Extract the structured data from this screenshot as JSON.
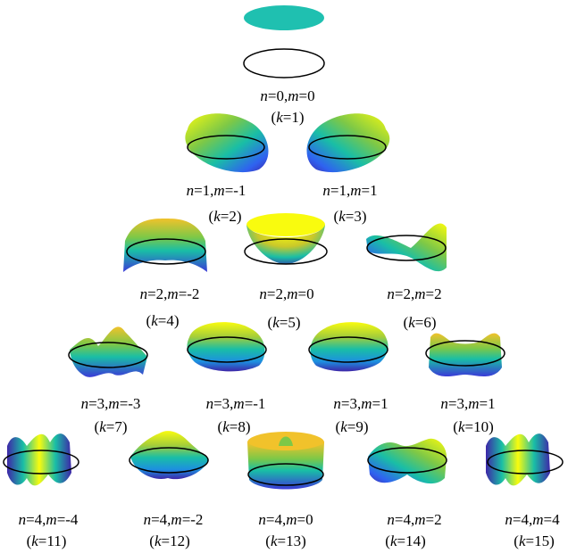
{
  "modes": [
    {
      "n": "0",
      "m": "0",
      "k": "1"
    },
    {
      "n": "1",
      "m": "-1",
      "k": "2"
    },
    {
      "n": "1",
      "m": "1",
      "k": "3"
    },
    {
      "n": "2",
      "m": "-2",
      "k": "4"
    },
    {
      "n": "2",
      "m": "0",
      "k": "5"
    },
    {
      "n": "2",
      "m": "2",
      "k": "6"
    },
    {
      "n": "3",
      "m": "-3",
      "k": "7"
    },
    {
      "n": "3",
      "m": "-1",
      "k": "8"
    },
    {
      "n": "3",
      "m": "1",
      "k": "9"
    },
    {
      "n": "3",
      "m": "1",
      "k": "10"
    },
    {
      "n": "4",
      "m": "-4",
      "k": "11"
    },
    {
      "n": "4",
      "m": "-2",
      "k": "12"
    },
    {
      "n": "4",
      "m": "0",
      "k": "13"
    },
    {
      "n": "4",
      "m": "2",
      "k": "14"
    },
    {
      "n": "4",
      "m": "4",
      "k": "15"
    }
  ],
  "colors": {
    "piston": "#1fc0b0",
    "ring": "#000000",
    "colormap": [
      "#3e26a8",
      "#2f62f0",
      "#0f9bd7",
      "#19bea6",
      "#7dc847",
      "#f1c22b",
      "#f9fb0e"
    ]
  }
}
